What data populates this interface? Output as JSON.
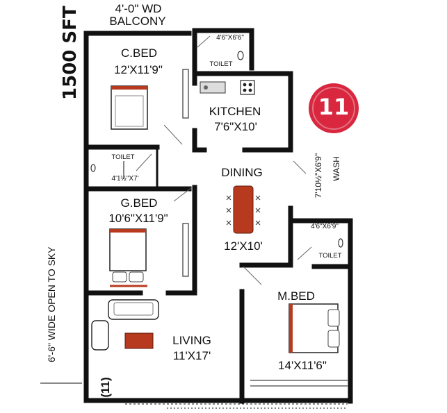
{
  "plan": {
    "area": "1500 SFT",
    "unit_number": "11",
    "balcony_label": "4'-0\" WD",
    "balcony_name": "BALCONY",
    "open_to_sky": "6'-6\" WIDE  OPEN TO SKY",
    "entry_mark": "(11)"
  },
  "rooms": {
    "c_bed": {
      "name": "C.BED",
      "size": "12'X11'9\""
    },
    "toilet_top": {
      "name": "TOILET",
      "size": "4'6\"X6'6\""
    },
    "kitchen": {
      "name": "KITCHEN",
      "size": "7'6\"X10'"
    },
    "toilet_left": {
      "name": "TOILET",
      "size": "4'1½\"X7'"
    },
    "dining": {
      "name": "DINING",
      "size": "12'X10'"
    },
    "wash": {
      "name": "WASH",
      "size": "7'10½\"X6'9\""
    },
    "g_bed": {
      "name": "G.BED",
      "size": "10'6\"X11'9\""
    },
    "toilet_right": {
      "name": "TOILET",
      "size": "4'6\"X6'9\""
    },
    "m_bed": {
      "name": "M.BED",
      "size": "14'X11'6\""
    },
    "living": {
      "name": "LIVING",
      "size": "11'X17'"
    }
  },
  "colors": {
    "wall": "#111111",
    "furniture": "#b83a1e",
    "badge": "#d8273f"
  }
}
